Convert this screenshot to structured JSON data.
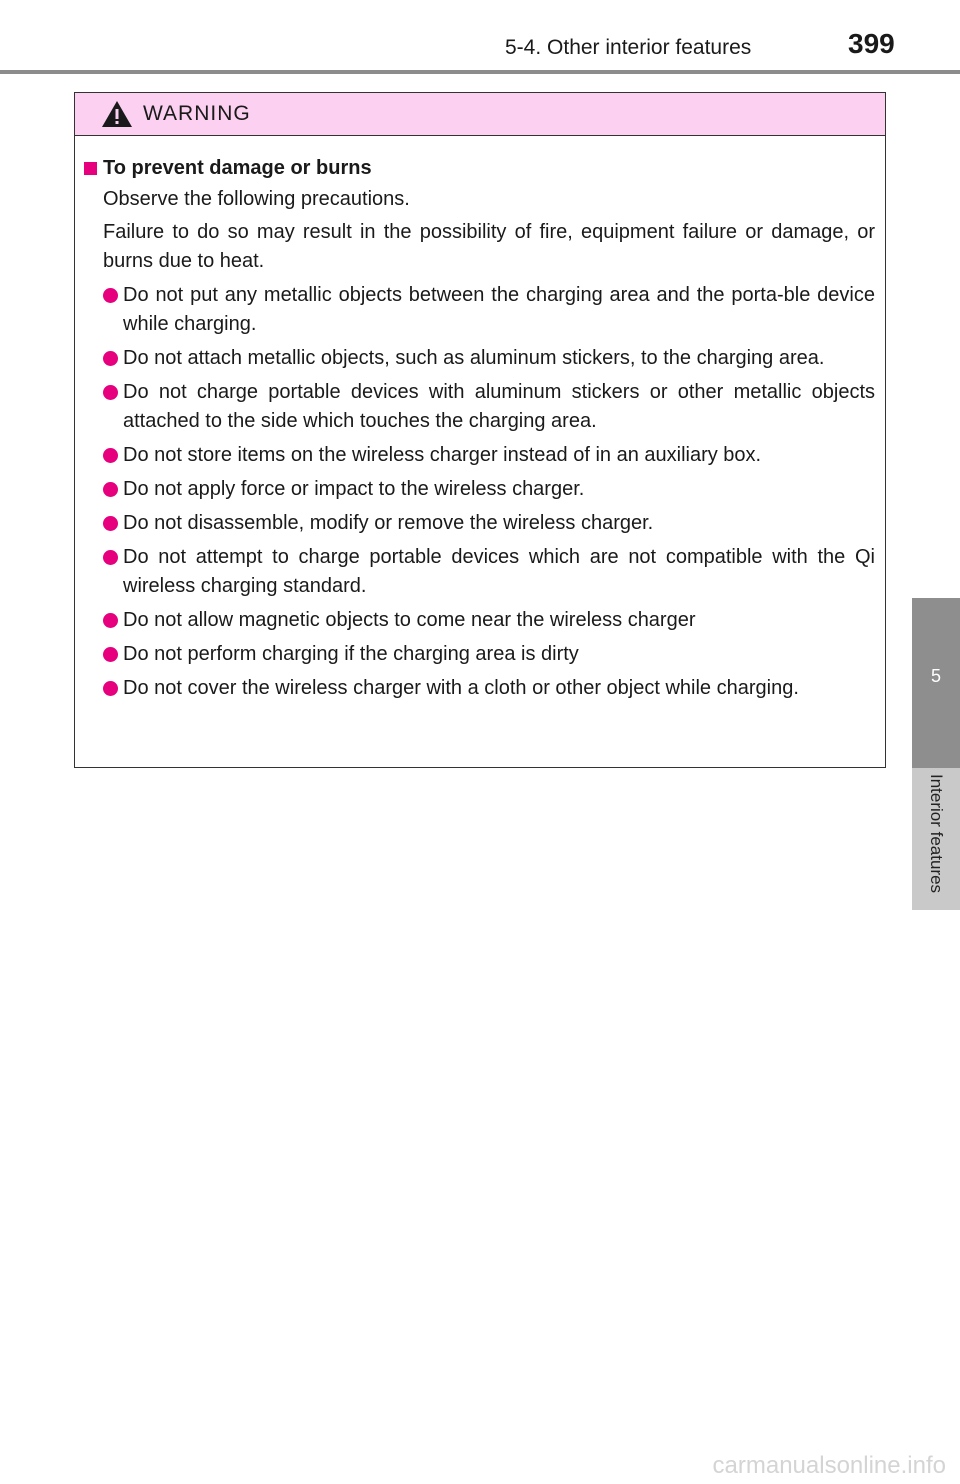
{
  "header": {
    "section": "5-4. Other interior features",
    "page_number": "399"
  },
  "side_tab": {
    "number": "5",
    "label": "Interior features"
  },
  "warning": {
    "title": "WARNING",
    "section_title": "To prevent damage or burns",
    "intro": "Observe the following precautions.",
    "consequence": "Failure to do so may result in the possibility of fire, equipment failure or damage, or burns due to heat.",
    "items": [
      "Do not put any metallic objects between the charging area and the porta-ble device while charging.",
      "Do not attach metallic objects, such as aluminum stickers, to the charging area.",
      "Do not charge portable devices with aluminum stickers or other metallic objects attached to the side which touches the charging area.",
      "Do not store items on the wireless charger instead of in an auxiliary box.",
      "Do not apply force or impact to the wireless charger.",
      "Do not disassemble, modify or remove the wireless charger.",
      "Do not attempt to charge portable devices which are not compatible with the Qi wireless charging standard.",
      "Do not allow magnetic objects to come near the wireless charger",
      "Do not perform charging if the charging area is dirty",
      "Do not cover the wireless charger with a cloth or other object while charging."
    ]
  },
  "watermark": "carmanualsonline.info",
  "colors": {
    "accent": "#e6007e",
    "warning_header_bg": "#fbd0f0",
    "tab_dark": "#8e8e8e",
    "tab_light": "#c9c9c9"
  },
  "icons": {
    "warning": "warning-triangle-icon"
  }
}
